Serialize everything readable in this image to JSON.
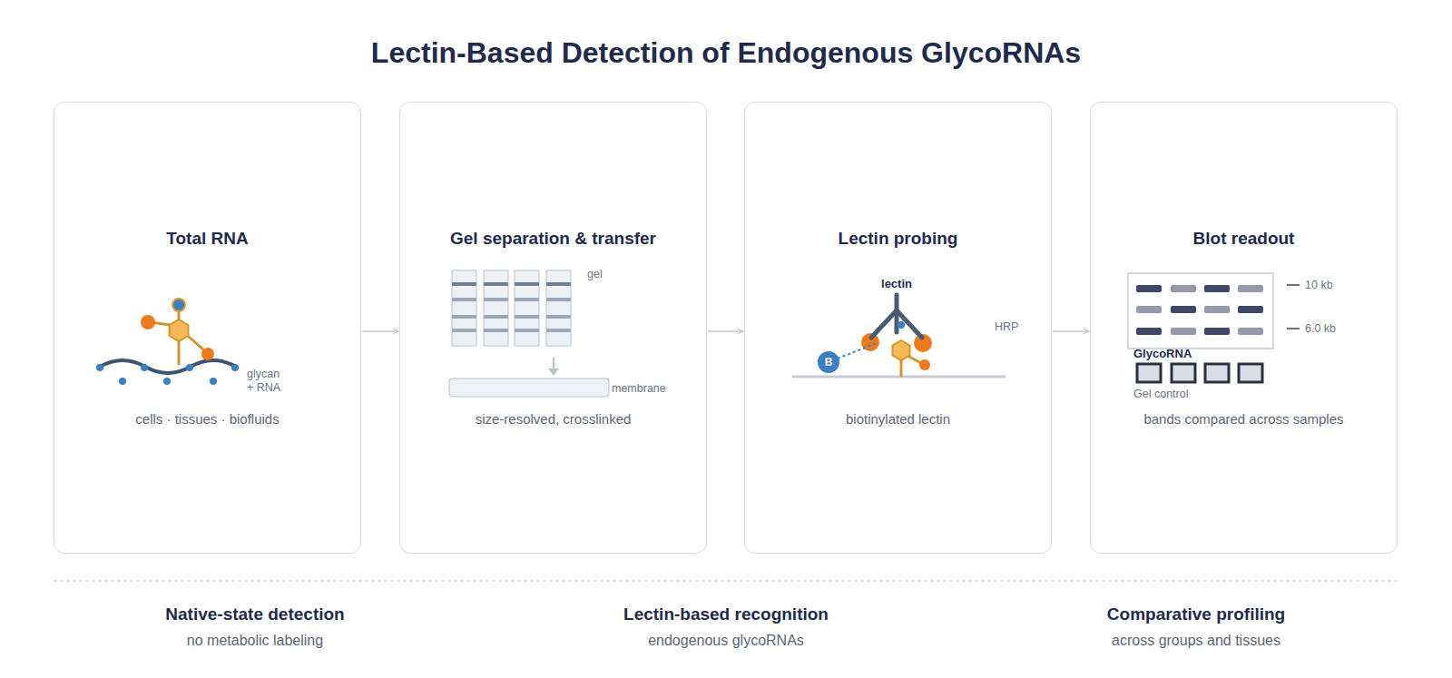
{
  "diagram": {
    "title": "Lectin-Based Detection of Endogenous GlycoRNAs",
    "nodes": [
      {
        "text": [
          "Total RNA",
          "cells · tissues · biofluids"
        ]
      },
      {
        "text": [
          "Gel separation & transfer",
          "size-resolved, crosslinked"
        ]
      },
      {
        "text": [
          "Lectin probing",
          "biotinylated lectin"
        ]
      },
      {
        "text": [
          "Blot readout",
          "bands compared across samples"
        ]
      }
    ],
    "edges": [
      {
        "from": 0,
        "to": 1,
        "arrow": "to"
      },
      {
        "from": 1,
        "to": 2,
        "arrow": "to"
      },
      {
        "from": 2,
        "to": 3,
        "arrow": "to"
      }
    ],
    "labels": [
      "glycan + RNA",
      "gel",
      "membrane",
      "lectin",
      "HRP",
      "B",
      "10 kb",
      "6.0 kb",
      "GlycoRNA",
      "Gel control",
      "Native-state detection",
      "no metabolic labeling",
      "Lectin-based recognition",
      "endogenous glycoRNAs",
      "Comparative profiling",
      "across groups and tissues"
    ]
  }
}
